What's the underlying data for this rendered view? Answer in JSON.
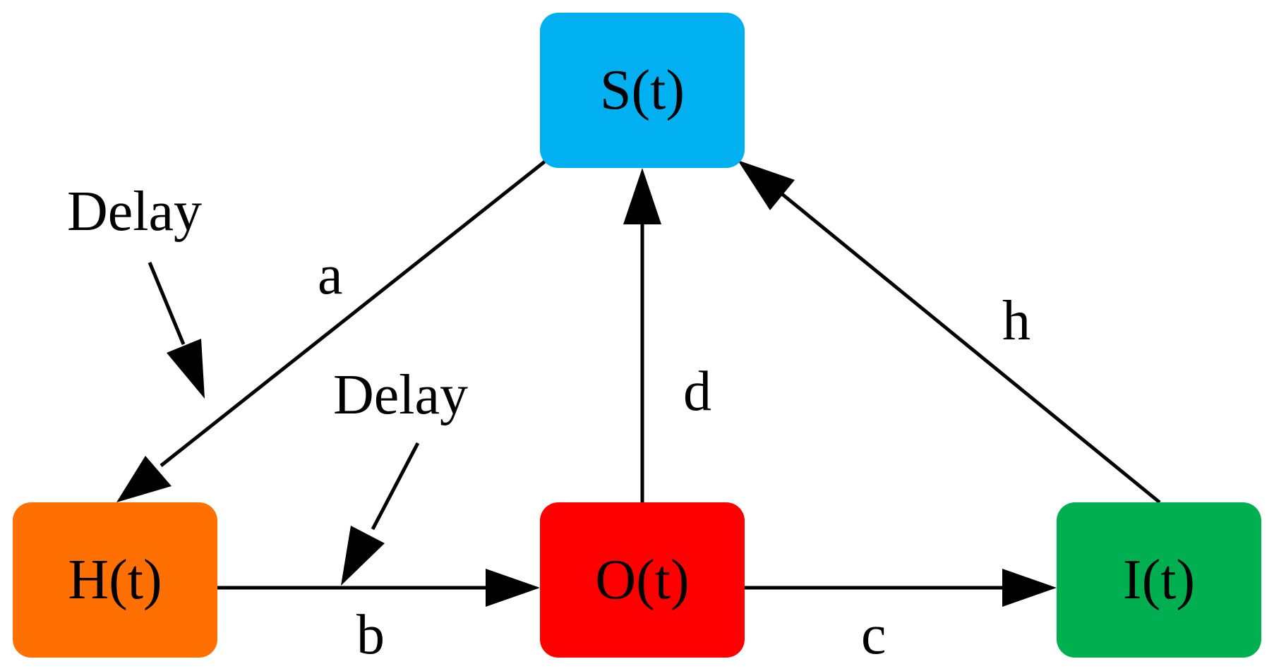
{
  "nodes": {
    "s": {
      "label": "S(t)",
      "color": "#00B0F0"
    },
    "h": {
      "label": "H(t)",
      "color": "#FF7000"
    },
    "o": {
      "label": "O(t)",
      "color": "#FF0000"
    },
    "i": {
      "label": "I(t)",
      "color": "#00B050"
    }
  },
  "edges": {
    "a": "a",
    "b": "b",
    "c": "c",
    "d": "d",
    "h": "h"
  },
  "annotations": {
    "delay_1": "Delay",
    "delay_2": "Delay"
  },
  "colors": {
    "line": "#000000"
  }
}
